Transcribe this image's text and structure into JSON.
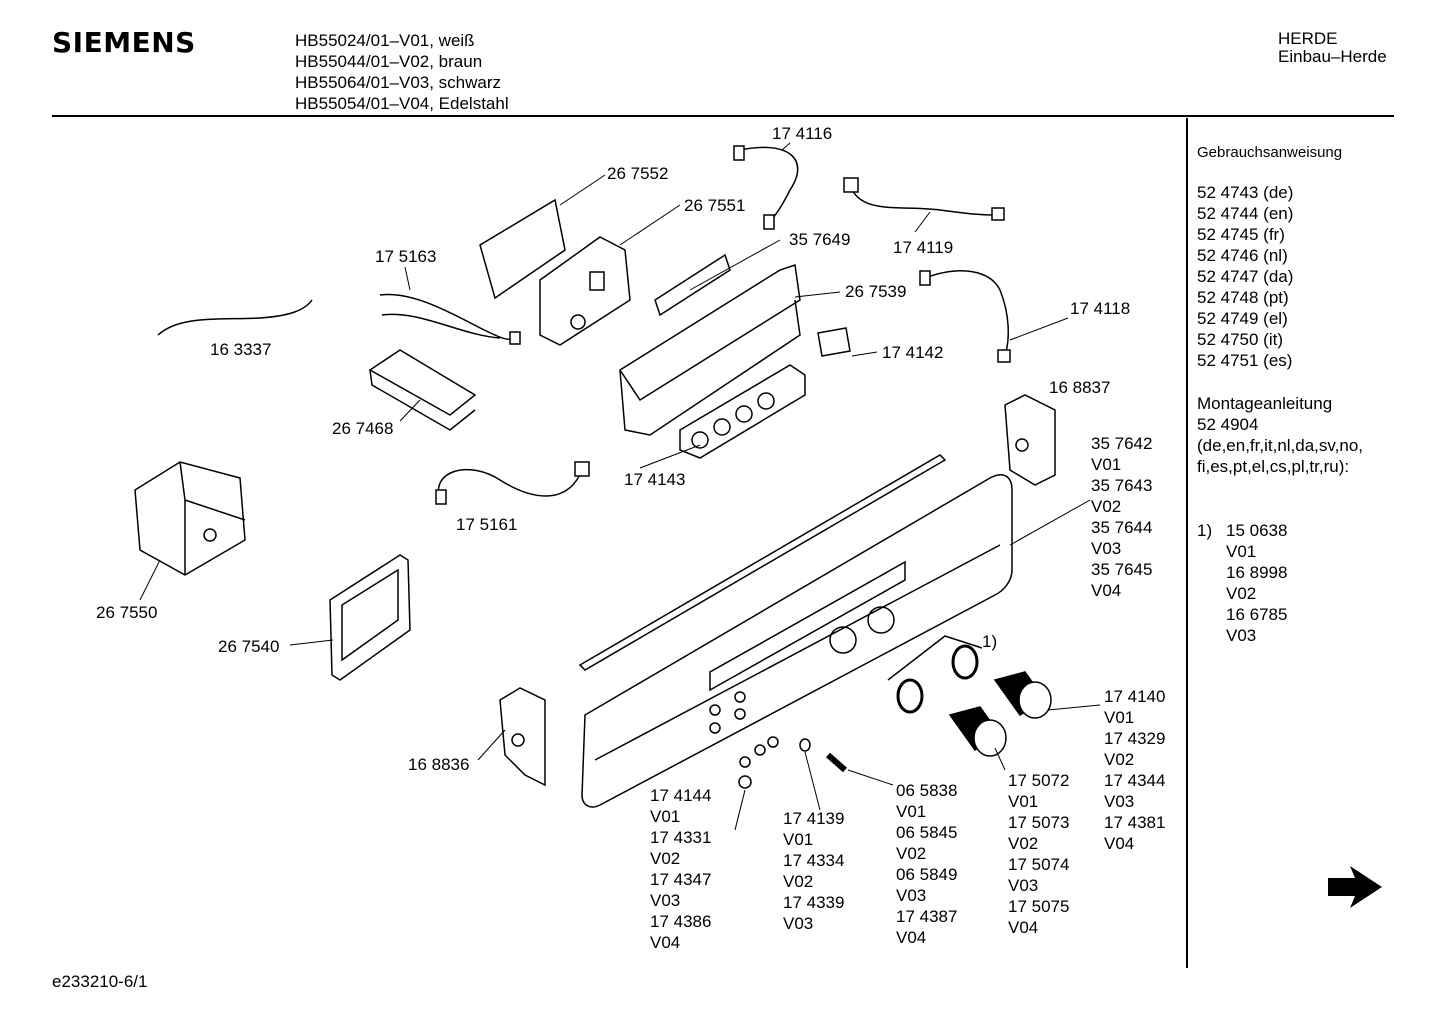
{
  "header": {
    "brand": "SIEMENS",
    "models": [
      "HB55024/01–V01, weiß",
      "HB55044/01–V02, braun",
      "HB55064/01–V03, schwarz",
      "HB55054/01–V04, Edelstahl"
    ],
    "category": [
      "HERDE",
      "Einbau–Herde"
    ]
  },
  "sidebar": {
    "manual_title": "Gebrauchsanweisung",
    "manuals": [
      "52 4743 (de)",
      "52 4744 (en)",
      "52 4745 (fr)",
      "52 4746 (nl)",
      "52 4747 (da)",
      "52 4748 (pt)",
      "52 4749 (el)",
      "52 4750 (it)",
      "52 4751 (es)"
    ],
    "assembly_title": "Montageanleitung",
    "assembly": [
      "52 4904",
      "(de,en,fr,it,nl,da,sv,no,",
      "fi,es,pt,el,cs,pl,tr,ru):"
    ],
    "footnote_marker": "1)",
    "footnote": [
      "15 0638",
      "V01",
      "16 8998",
      "V02",
      "16 6785",
      "V03"
    ],
    "next_arrow": "next-page-arrow-icon"
  },
  "callouts": {
    "c174116": [
      "17 4116"
    ],
    "c267552": [
      "26 7552"
    ],
    "c267551": [
      "26 7551"
    ],
    "c357649": [
      "35 7649"
    ],
    "c174119": [
      "17 4119"
    ],
    "c175163": [
      "17 5163"
    ],
    "c267539": [
      "26 7539"
    ],
    "c174118": [
      "17 4118"
    ],
    "c163337": [
      "16 3337"
    ],
    "c174142": [
      "17 4142"
    ],
    "c168837": [
      "16 8837"
    ],
    "c267468": [
      "26 7468"
    ],
    "c174143": [
      "17 4143"
    ],
    "c175161": [
      "17 5161"
    ],
    "c267550": [
      "26 7550"
    ],
    "c267540": [
      "26 7540"
    ],
    "c168836": [
      "16 8836"
    ],
    "c357642": [
      "35 7642",
      "V01",
      "35 7643",
      "V02",
      "35 7644",
      "V03",
      "35 7645",
      "V04"
    ],
    "cnote": [
      "1)"
    ],
    "c174140": [
      "17 4140",
      "V01",
      "17 4329",
      "V02",
      "17 4344",
      "V03",
      "17 4381",
      "V04"
    ],
    "c174144": [
      "17 4144",
      "V01",
      "17 4331",
      "V02",
      "17 4347",
      "V03",
      "17 4386",
      "V04"
    ],
    "c174139": [
      "17 4139",
      "V01",
      "17 4334",
      "V02",
      "17 4339",
      "V03"
    ],
    "c065838": [
      "06 5838",
      "V01",
      "06 5845",
      "V02",
      "06 5849",
      "V03",
      "17 4387",
      "V04"
    ],
    "c175072": [
      "17 5072",
      "V01",
      "17 5073",
      "V02",
      "17 5074",
      "V03",
      "17 5075",
      "V04"
    ]
  },
  "footer": {
    "code": "e233210-6/1"
  }
}
